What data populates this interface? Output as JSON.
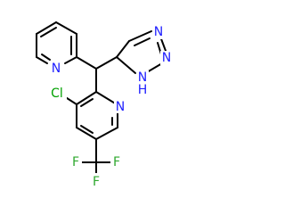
{
  "molecule": {
    "atoms": {
      "pyridine_top_n": {
        "text": "N",
        "color": "#2020ff"
      },
      "triazole_n_right": {
        "text": "N",
        "color": "#2020ff"
      },
      "triazole_n_top": {
        "text": "N",
        "color": "#2020ff"
      },
      "triazole_nh_h": {
        "text": "H",
        "color": "#2020ff"
      },
      "triazole_nh_n": {
        "text": "N",
        "color": "#2020ff"
      },
      "pyridine_bottom_n": {
        "text": "N",
        "color": "#2020ff"
      },
      "chlorine": {
        "text": "Cl",
        "color": "#00a000"
      },
      "fluorine_top": {
        "text": "F",
        "color": "#2ea82e"
      },
      "fluorine_left": {
        "text": "F",
        "color": "#2ea82e"
      },
      "fluorine_right": {
        "text": "F",
        "color": "#2ea82e"
      }
    }
  }
}
